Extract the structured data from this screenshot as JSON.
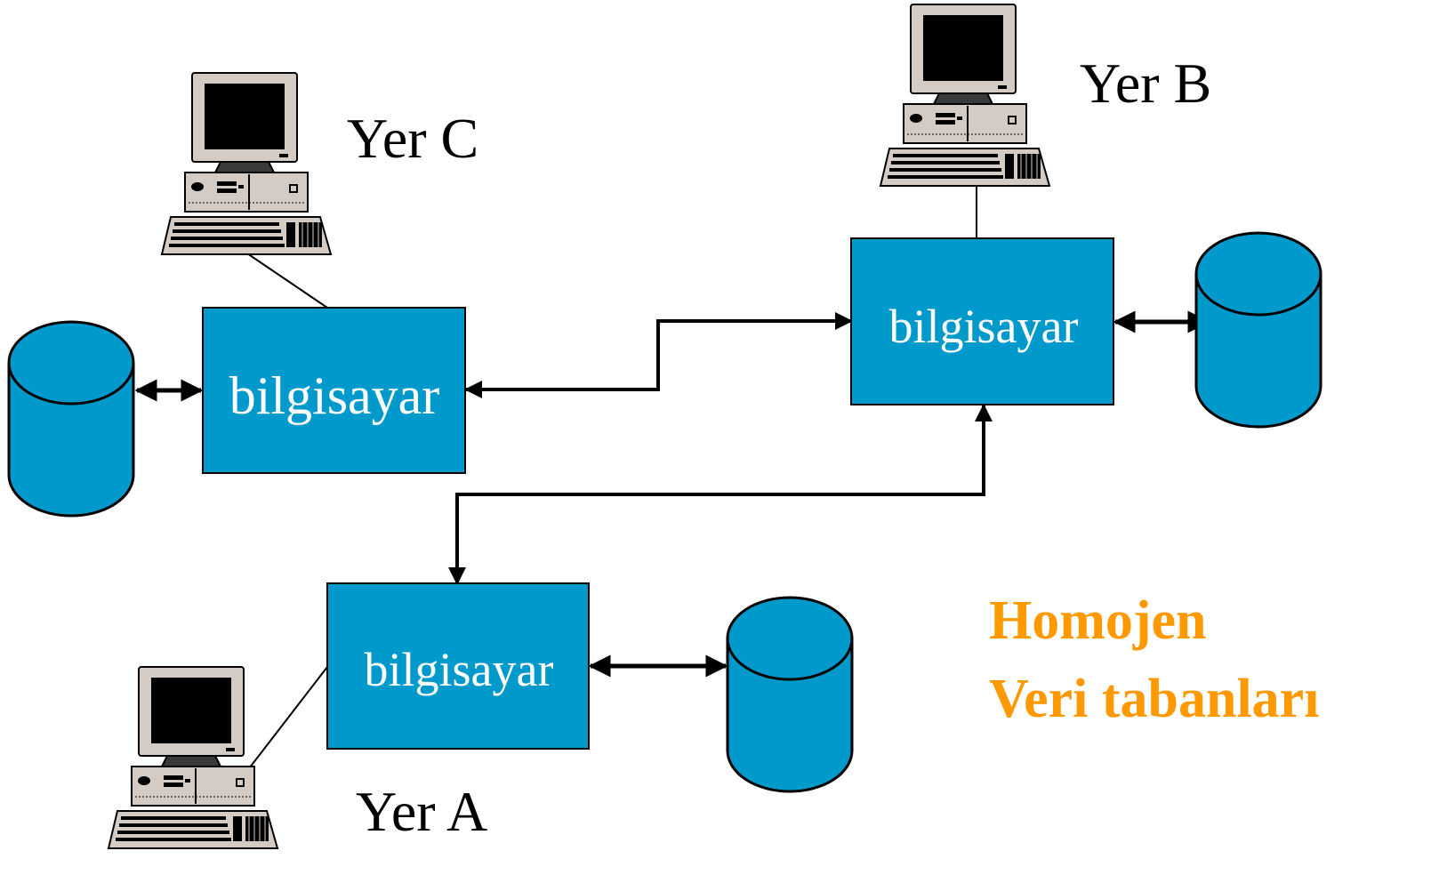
{
  "node_label": "bilgisayar",
  "sites": {
    "a": "Yer A",
    "b": "Yer B",
    "c": "Yer C"
  },
  "title": {
    "line1": "Homojen",
    "line2": "Veri tabanları"
  },
  "icons": {
    "computer": "desktop-computer-icon",
    "database": "database-cylinder-icon"
  },
  "colors": {
    "box_fill": "#0099cc",
    "title": "#ff9900",
    "stroke": "#000000"
  }
}
